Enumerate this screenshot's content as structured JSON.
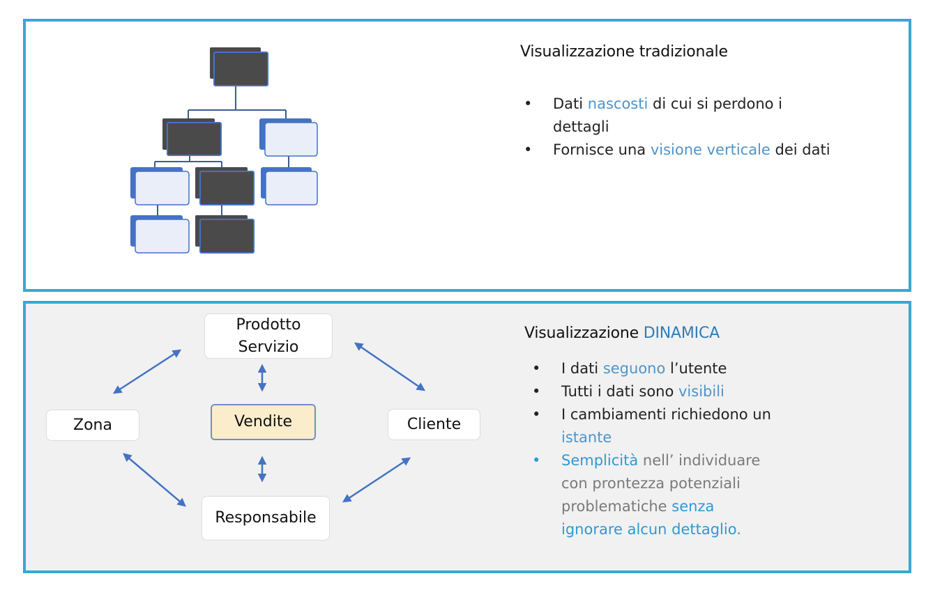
{
  "traditional": {
    "title": "Visualizzazione tradizionale",
    "bullets": [
      {
        "bullet": "•",
        "before": "Dati ",
        "highlight": "nascosti",
        "after": " di cui si perdono i",
        "after2": "dettagli"
      },
      {
        "bullet": "•",
        "before": "Fornisce una ",
        "highlight": "visione verticale",
        "after": " dei dati"
      }
    ]
  },
  "dynamic": {
    "title_prefix": "Visualizzazione ",
    "title_highlight": "DINAMICA",
    "bullets": [
      {
        "bullet": "•",
        "before": "I dati ",
        "highlight": "seguono",
        "after": " l’utente"
      },
      {
        "bullet": "•",
        "before": "Tutti i dati sono ",
        "highlight": "visibili"
      },
      {
        "bullet": "•",
        "before": "I cambiamenti richiedono un",
        "highlight": "istante"
      },
      {
        "bullet": "•",
        "highlight": "Semplicità",
        "after": " nell’ individuare",
        "line2": "con prontezza potenziali",
        "line3_muted": "problematiche ",
        "line3_highlight": "senza",
        "line4_highlight": "ignorare alcun dettaglio."
      }
    ]
  },
  "nodes": {
    "product_line1": "Prodotto",
    "product_line2": "Servizio",
    "sales": "Vendite",
    "zone": "Zona",
    "client": "Cliente",
    "manager": "Responsabile"
  },
  "colors": {
    "frame": "#3aa6d6",
    "dark_box": "#4a4a4a",
    "blue_box": "#4472c4",
    "light_box": "#e9eef8",
    "arrow": "#4472c4",
    "center_fill": "#fbeccb"
  }
}
